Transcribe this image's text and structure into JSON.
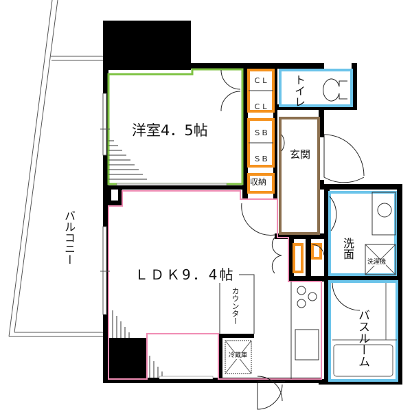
{
  "floorplan": {
    "rooms": {
      "western_room": {
        "label": "洋室4．5帖",
        "color": "#7dc242"
      },
      "ldk": {
        "label": "ＬＤＫ9．4帖",
        "color": "#f08cb4"
      },
      "toilet": {
        "label": "トイレ",
        "color": "#6cc4ea"
      },
      "entrance": {
        "label": "玄関",
        "color": "#8b6f4e"
      },
      "washroom": {
        "label": "洗面",
        "color": "#6cc4ea"
      },
      "bathroom": {
        "label": "バスルーム",
        "color": "#6cc4ea"
      },
      "balcony": {
        "label": "バルコニー"
      }
    },
    "storage": {
      "closet_1": "ＣＬ",
      "closet_2": "ＣＬ",
      "shoe_box_1": "ＳＢ",
      "shoe_box_2": "ＳＢ",
      "storage": "収納",
      "color": "#f5921e"
    },
    "fixtures": {
      "counter": "カウンター",
      "fridge": "冷蔵庫",
      "washing_machine": "洗濯機"
    }
  }
}
